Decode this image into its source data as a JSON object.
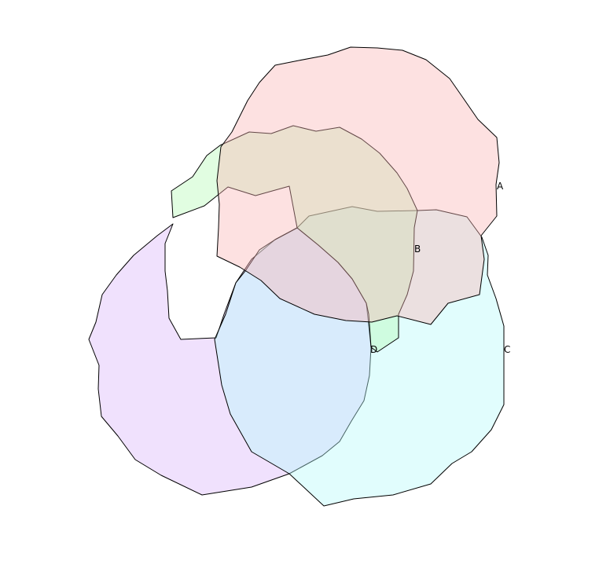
{
  "diagram": {
    "type": "venn",
    "sets": [
      {
        "id": "A",
        "label": "A",
        "color": "#f9b3b3"
      },
      {
        "id": "B",
        "label": "B",
        "color": "#b3f9b3"
      },
      {
        "id": "C",
        "label": "C",
        "color": "#b3f9f9"
      },
      {
        "id": "D",
        "label": "D",
        "color": "#dab3f9"
      }
    ],
    "outline_color": "#000000",
    "background": "#ffffff"
  }
}
